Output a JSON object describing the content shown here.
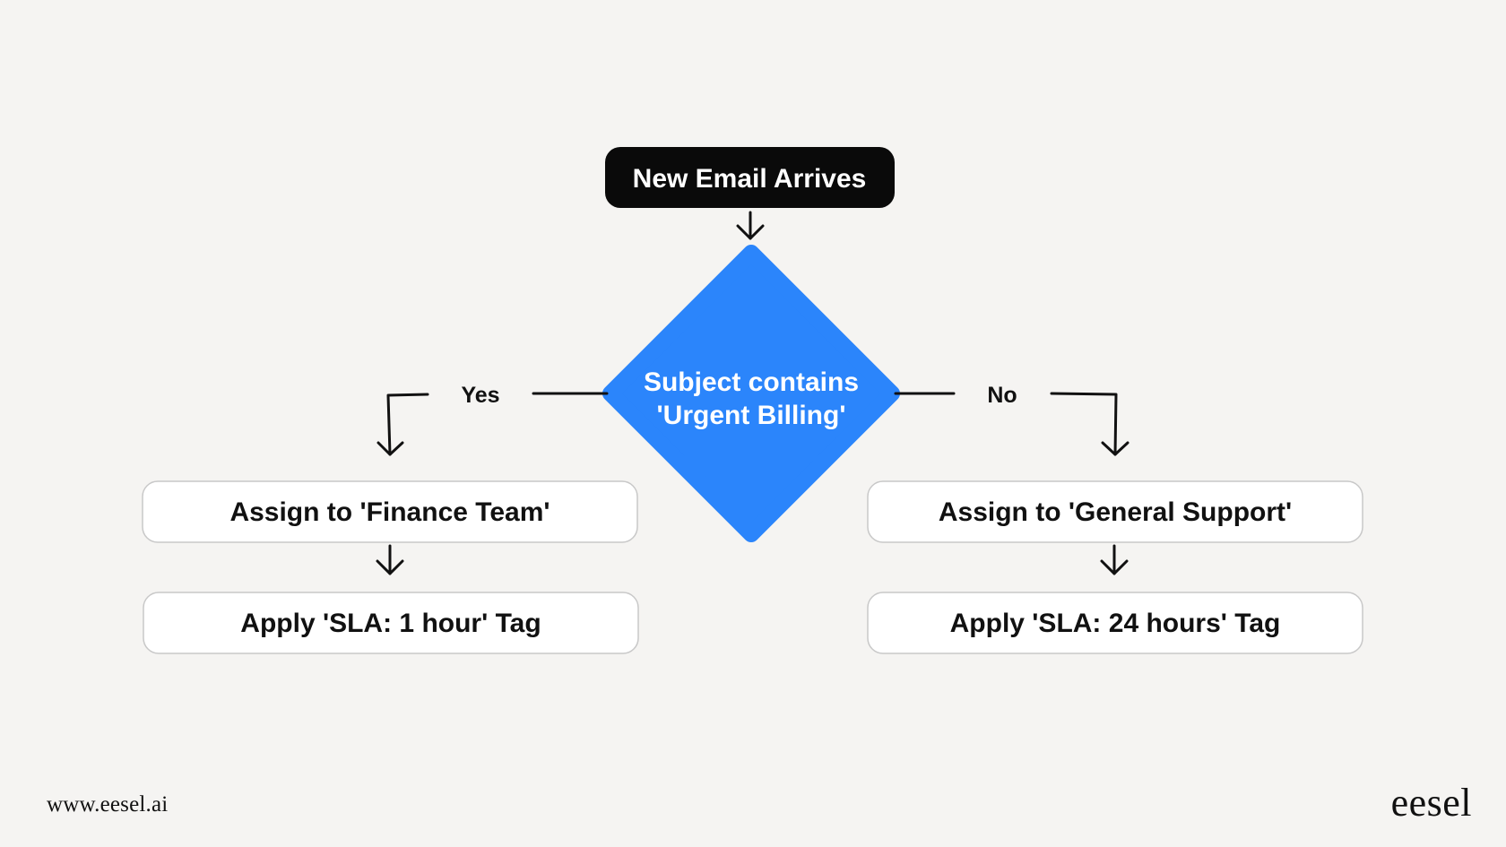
{
  "diagram": {
    "start": "New Email Arrives",
    "decision": {
      "line1": "Subject contains",
      "line2": "'Urgent Billing'"
    },
    "branch_yes": {
      "label": "Yes",
      "step1": "Assign to 'Finance Team'",
      "step2": "Apply 'SLA: 1 hour' Tag"
    },
    "branch_no": {
      "label": "No",
      "step1": "Assign to 'General Support'",
      "step2": "Apply 'SLA: 24 hours' Tag"
    }
  },
  "footer": {
    "url": "www.eesel.ai",
    "logo": "eesel"
  },
  "colors": {
    "background": "#f5f4f2",
    "start_node": "#0a0a0a",
    "decision_node": "#2b85fb",
    "box_fill": "#ffffff",
    "box_border": "#c8c8c8",
    "text_dark": "#111111",
    "text_light": "#ffffff"
  }
}
